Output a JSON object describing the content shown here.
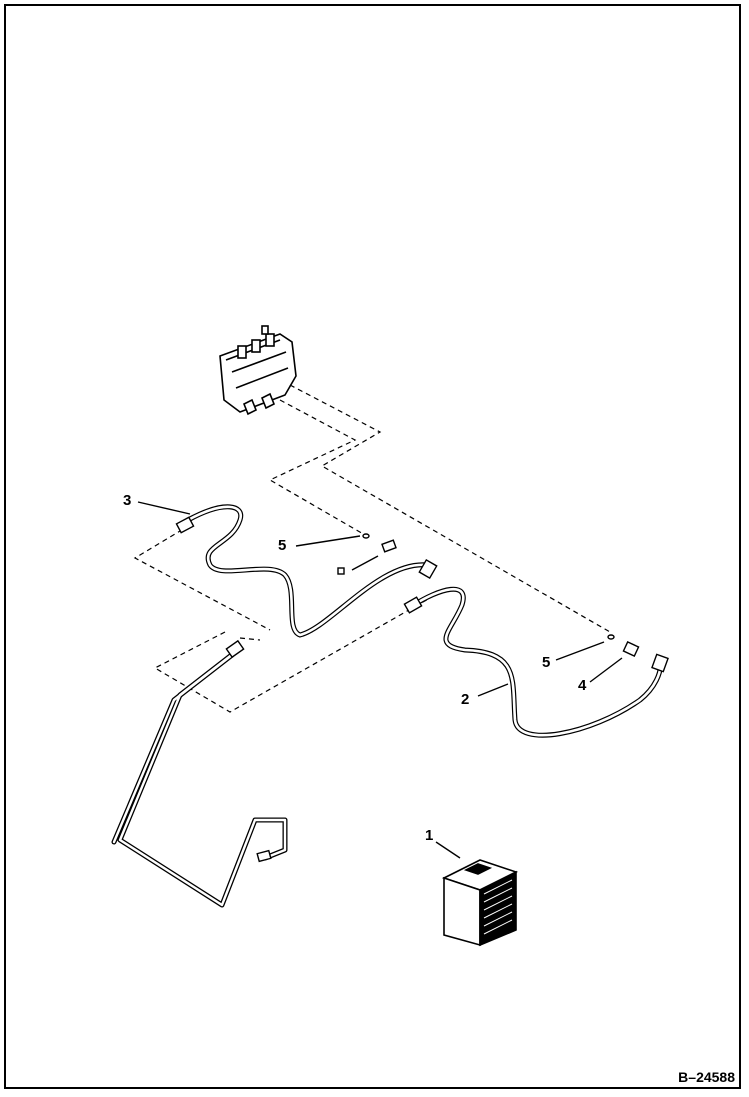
{
  "callouts": {
    "c1": "1",
    "c2": "2",
    "c3": "3",
    "c4": "4",
    "c5a": "5",
    "c5b": "5"
  },
  "figure_id": "B–24588",
  "colors": {
    "line": "#000000",
    "background": "#ffffff"
  },
  "parts": [
    "control-valve-icon",
    "hose-icon",
    "fitting-icon",
    "o-ring-icon",
    "tube-line-icon",
    "manual-box-icon"
  ]
}
